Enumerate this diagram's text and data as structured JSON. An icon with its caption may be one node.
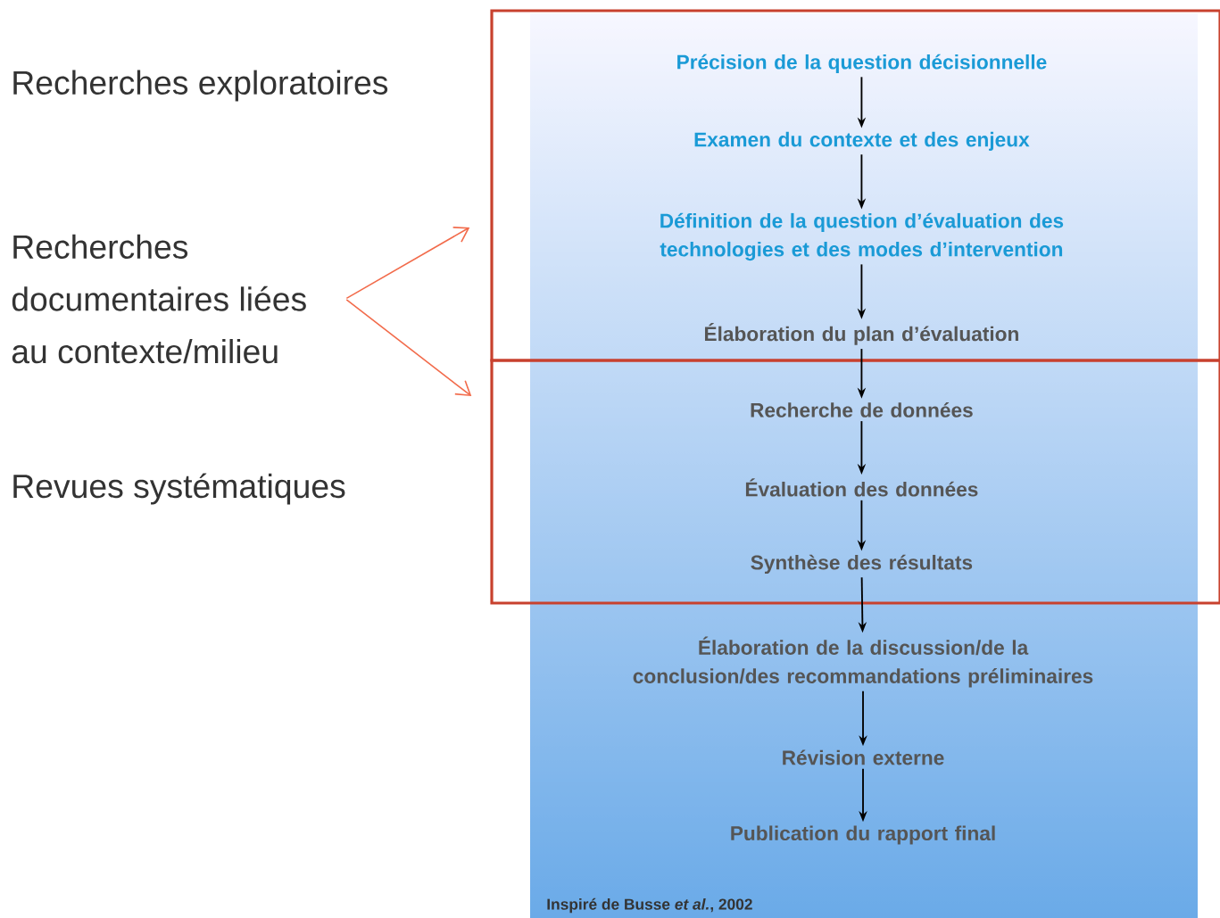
{
  "diagram": {
    "nodes": [
      {
        "text": [
          "Recherches documentaires liées au contexte/milieu"
        ]
      },
      {
        "text": [],
        "shape": "box"
      },
      {
        "text": [
          "Précision de la question décisionnelle"
        ],
        "in": 1
      },
      {
        "text": [
          "Examen du contexte et des enjeux"
        ],
        "in": 1
      },
      {
        "text": [
          "Définition de la question d’évaluation des technologies et des modes d’intervention"
        ],
        "in": 1
      },
      {
        "text": [
          "Élaboration du plan d’évaluation"
        ],
        "in": 1
      },
      {
        "text": [],
        "shape": "box"
      },
      {
        "text": [
          "Recherche de données"
        ],
        "in": 6
      },
      {
        "text": [
          "Évaluation des données"
        ],
        "in": 6
      },
      {
        "text": [
          "Synthèse des résultats"
        ],
        "in": 6
      },
      {
        "text": [
          "Élaboration de la discussion/de la conclusion/des recommandations préliminaires"
        ]
      },
      {
        "text": [
          "Révision externe"
        ]
      },
      {
        "text": [
          "Publication du rapport final"
        ]
      }
    ],
    "edges": [
      {
        "from": 0,
        "to": 1,
        "arrow": "to",
        "color": "#f26b4b"
      },
      {
        "from": 0,
        "to": 6,
        "arrow": "to",
        "color": "#f26b4b"
      },
      {
        "from": 2,
        "to": 3,
        "arrow": "to"
      },
      {
        "from": 3,
        "to": 4,
        "arrow": "to"
      },
      {
        "from": 4,
        "to": 5,
        "arrow": "to"
      },
      {
        "from": 5,
        "to": 7,
        "arrow": "to"
      },
      {
        "from": 7,
        "to": 8,
        "arrow": "to"
      },
      {
        "from": 8,
        "to": 9,
        "arrow": "to"
      },
      {
        "from": 9,
        "to": 10,
        "arrow": "to"
      },
      {
        "from": 10,
        "to": 11,
        "arrow": "to"
      },
      {
        "from": 11,
        "to": 12,
        "arrow": "to"
      }
    ],
    "labels": [
      "Recherches exploratoires",
      "Revues systématiques",
      "Inspiré de Busse *et al.*, 2002"
    ]
  }
}
